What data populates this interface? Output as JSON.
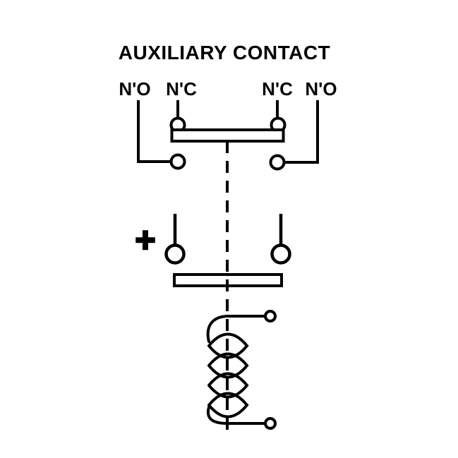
{
  "diagram": {
    "title": "AUXILIARY CONTACT",
    "polarity_symbol": "+",
    "contact_labels": [
      {
        "label": "N'O"
      },
      {
        "label": "N'C"
      },
      {
        "label": "N'C"
      },
      {
        "label": "N'O"
      }
    ],
    "colors": {
      "stroke": "#000000",
      "background": "#ffffff"
    }
  }
}
